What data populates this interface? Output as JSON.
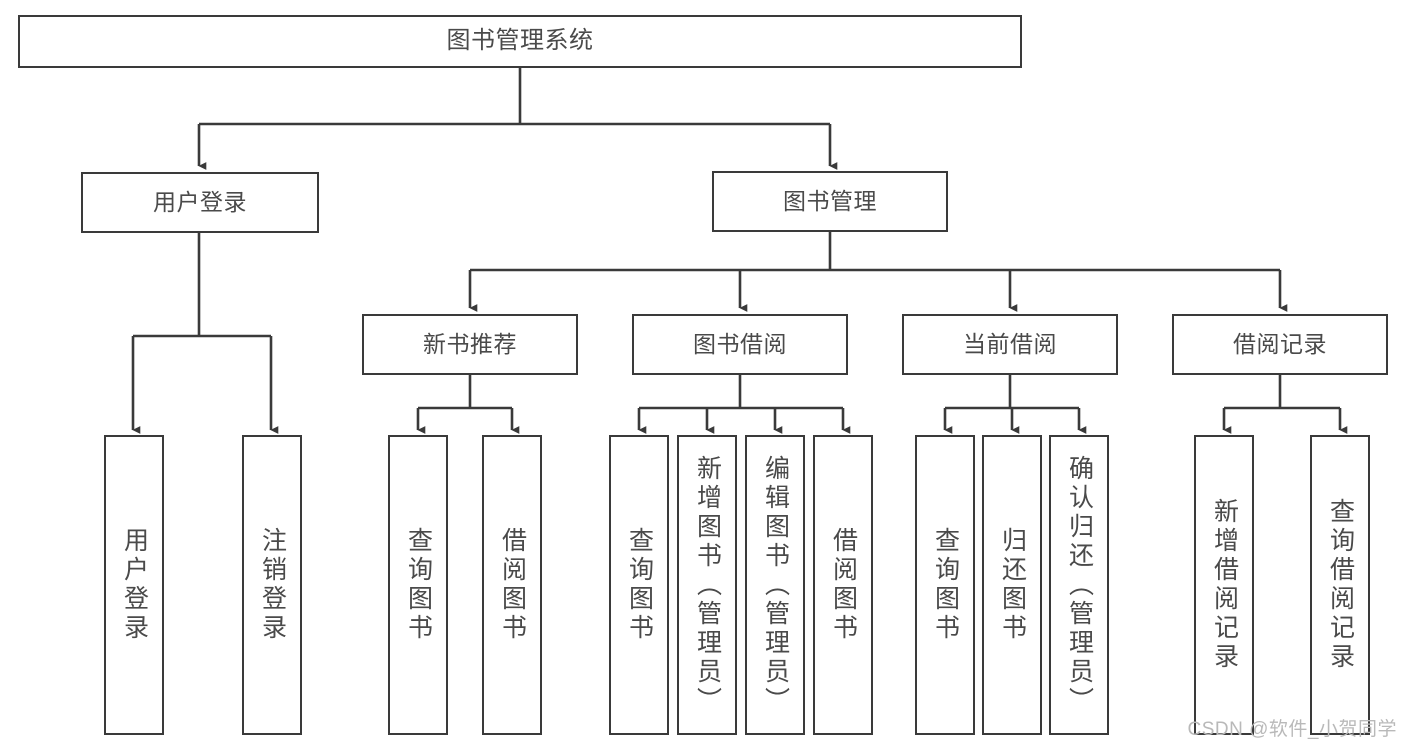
{
  "diagram": {
    "title": "图书管理系统",
    "watermark": "CSDN @软件_小贺同学",
    "colors": {
      "box_border": "#3a3a3a",
      "box_fill": "#ffffff",
      "edge": "#3a3a3a",
      "text": "#4a4a4a",
      "watermark": "#b9b9b9",
      "background": "#ffffff"
    },
    "root": {
      "label": "图书管理系统"
    },
    "level1": [
      {
        "label": "用户登录"
      },
      {
        "label": "图书管理"
      }
    ],
    "level2": [
      {
        "label": "新书推荐"
      },
      {
        "label": "图书借阅"
      },
      {
        "label": "当前借阅"
      },
      {
        "label": "借阅记录"
      }
    ],
    "leaves": {
      "user_login": [
        {
          "label": "用户登录"
        },
        {
          "label": "注销登录"
        }
      ],
      "new_book_recommend": [
        {
          "label": "查询图书"
        },
        {
          "label": "借阅图书"
        }
      ],
      "book_borrow": [
        {
          "label": "查询图书"
        },
        {
          "label": "新增图书（管理员）"
        },
        {
          "label": "编辑图书（管理员）"
        },
        {
          "label": "借阅图书"
        }
      ],
      "current_borrow": [
        {
          "label": "查询图书"
        },
        {
          "label": "归还图书"
        },
        {
          "label": "确认归还（管理员）"
        }
      ],
      "borrow_record": [
        {
          "label": "新增借阅记录"
        },
        {
          "label": "查询借阅记录"
        }
      ]
    }
  }
}
